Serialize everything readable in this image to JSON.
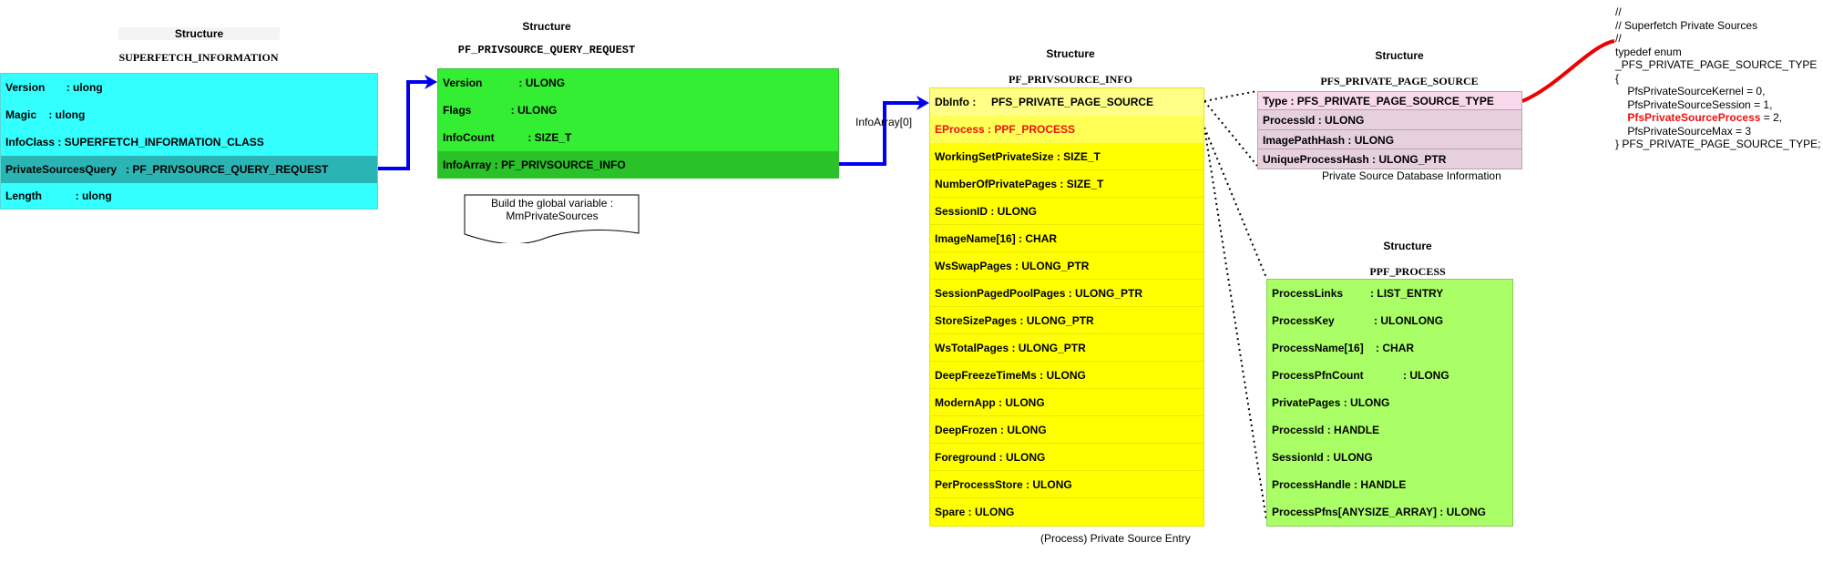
{
  "colors": {
    "cyan": "#33ffff",
    "cyan_selected": "#2ab4b4",
    "green": "#33ee33",
    "green_selected": "#29c229",
    "yellow": "#ffff00",
    "yellow_light": "#ffff88",
    "yellow_light2": "#ffff55",
    "pink": "#e6d0de",
    "pink_header": "#f8d9ec",
    "lightgreen": "#aaff66",
    "arrow": "#0000ee",
    "red_curve": "#ee0000",
    "red_text": "#ee1111"
  },
  "superfetch": {
    "header": "Structure",
    "name": "SUPERFETCH_INFORMATION",
    "rows": [
      "Version       : ulong",
      "Magic    : ulong",
      "InfoClass : SUPERFETCH_INFORMATION_CLASS",
      "PrivateSourcesQuery   : PF_PRIVSOURCE_QUERY_REQUEST",
      "Length           : ulong"
    ]
  },
  "query_request": {
    "header": "Structure",
    "name": "PF_PRIVSOURCE_QUERY_REQUEST",
    "rows": [
      "Version            : ULONG",
      "Flags             : ULONG",
      "InfoCount           : SIZE_T",
      "InfoArray : PF_PRIVSOURCE_INFO"
    ],
    "note": "Build the global variable : MmPrivateSources"
  },
  "arrow_label": "InfoArray[0]",
  "privsource_info": {
    "header": "Structure",
    "name": "PF_PRIVSOURCE_INFO",
    "rows": [
      "DbInfo :     PFS_PRIVATE_PAGE_SOURCE",
      "EProcess : PPF_PROCESS",
      "WorkingSetPrivateSize : SIZE_T",
      "NumberOfPrivatePages : SIZE_T",
      "SessionID : ULONG",
      "ImageName[16] : CHAR",
      "WsSwapPages : ULONG_PTR",
      "SessionPagedPoolPages : ULONG_PTR",
      "StoreSizePages : ULONG_PTR",
      "WsTotalPages : ULONG_PTR",
      "DeepFreezeTimeMs : ULONG",
      "ModernApp : ULONG",
      "DeepFrozen : ULONG",
      "Foreground : ULONG",
      "PerProcessStore : ULONG",
      "Spare : ULONG"
    ],
    "caption": "(Process) Private Source Entry"
  },
  "page_source": {
    "header": "Structure",
    "name": "PFS_PRIVATE_PAGE_SOURCE",
    "rows": [
      "Type : PFS_PRIVATE_PAGE_SOURCE_TYPE",
      "ProcessId : ULONG",
      "ImagePathHash : ULONG",
      "UniqueProcessHash : ULONG_PTR"
    ],
    "caption": "Private Source Database Information"
  },
  "ppf_process": {
    "header": "Structure",
    "name": "PPF_PROCESS",
    "rows": [
      "ProcessLinks         : LIST_ENTRY",
      "ProcessKey             : ULONLONG",
      "ProcessName[16]    : CHAR",
      "ProcessPfnCount             : ULONG",
      "PrivatePages : ULONG",
      "ProcessId : HANDLE",
      "SessionId : ULONG",
      "ProcessHandle : HANDLE",
      "ProcessPfns[ANYSIZE_ARRAY] : ULONG"
    ]
  },
  "code": {
    "lines": [
      "//",
      "// Superfetch Private Sources",
      "//",
      "typedef enum",
      "_PFS_PRIVATE_PAGE_SOURCE_TYPE",
      "{",
      "    PfsPrivateSourceKernel = 0,",
      "    PfsPrivateSourceSession = 1,",
      "    PfsPrivateSourceProcess = 2,",
      "    PfsPrivateSourceMax = 3",
      "} PFS_PRIVATE_PAGE_SOURCE_TYPE;"
    ],
    "highlight": "PfsPrivateSourceProcess"
  }
}
